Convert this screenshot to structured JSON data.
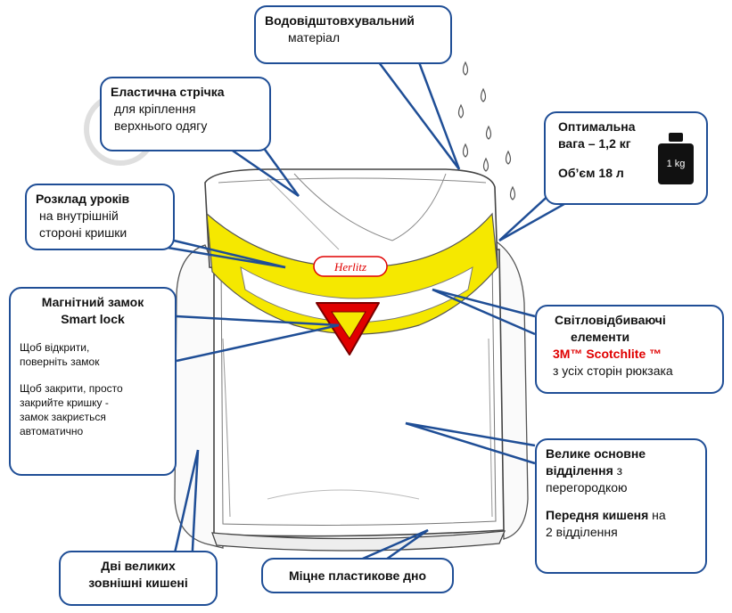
{
  "brand": {
    "logo_text": "Herlitz",
    "accent": "#f5e800",
    "outline": "#1f4e96",
    "red": "#e00000"
  },
  "callouts": {
    "water": {
      "title": "Водовідштовхувальний",
      "text": "матеріал"
    },
    "strap": {
      "title": "Еластична стрічка",
      "line1": "для кріплення",
      "line2": "верхнього одягу"
    },
    "schedule": {
      "title": "Розклад уроків",
      "line1": "на внутрішній",
      "line2": "стороні кришки"
    },
    "lock": {
      "title1": "Магнітний замок",
      "title2": "Smart lock",
      "open1": "Щоб  відкрити,",
      "open2": "поверніть  замок",
      "close1": "Щоб  закрити,  просто",
      "close2": "закрийте  кришку -",
      "close3": "замок закриється",
      "close4": "автоматично"
    },
    "weight": {
      "line1": "Оптимальна",
      "line2": "вага – 1,2 кг",
      "volume": "Об’єм  18 л",
      "weight_label": "1 kg"
    },
    "reflect": {
      "line1": "Світловідбиваючі",
      "line2": "елементи",
      "brand": "3M™  Scotchlite ™",
      "line3": "з усіх сторін рюкзака"
    },
    "main": {
      "title1": "Велике основне",
      "title2": "відділення",
      "suffix": " з",
      "line2": "перегородкою",
      "front": "Передня кишеня",
      "front_suffix": " на",
      "front2": "2 відділення"
    },
    "pockets": {
      "line1": "Дві великих",
      "line2": "зовнішні кишені"
    },
    "bottom": {
      "text": "Міцне пластикове дно"
    }
  }
}
